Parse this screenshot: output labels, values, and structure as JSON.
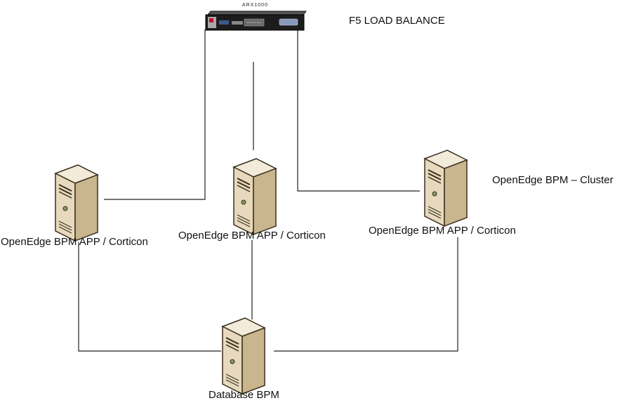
{
  "load_balancer": {
    "model_label": "ARX1000",
    "title": "F5 LOAD BALANCE"
  },
  "cluster": {
    "title": "OpenEdge BPM – Cluster"
  },
  "servers": [
    {
      "label": "OpenEdge BPM APP / Corticon"
    },
    {
      "label": "OpenEdge BPM APP / Corticon"
    },
    {
      "label": "OpenEdge BPM APP / Corticon"
    }
  ],
  "database": {
    "label": "Database BPM"
  },
  "colors": {
    "line": "#222222",
    "server_body": "#e3d6ba",
    "server_side": "#bda97f",
    "server_dark": "#3a2f1e",
    "device_body": "#1c1c1c"
  }
}
